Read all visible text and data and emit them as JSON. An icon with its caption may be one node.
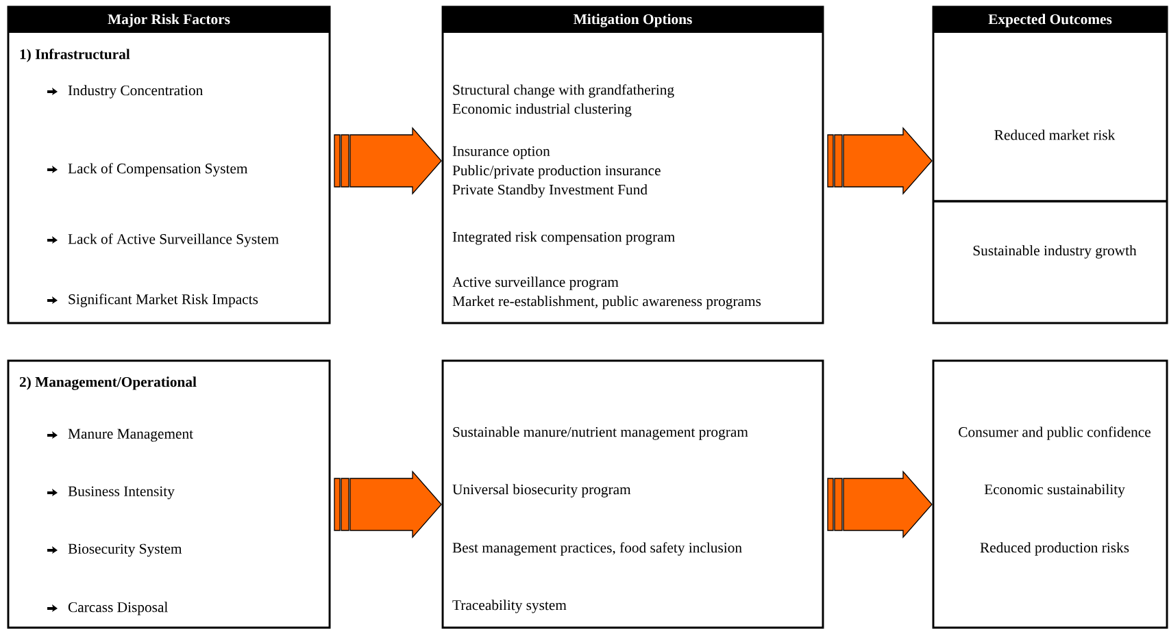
{
  "diagram": {
    "nodes": [
      {
        "text": [
          "Major Risk Factors",
          "1)  Infrastructural",
          "Industry Concentration",
          "Lack of Compensation System",
          "Lack of Active Surveillance System",
          "Significant Market Risk Impacts"
        ]
      },
      {
        "text": [
          "Mitigation Options",
          "Structural change with grandfathering",
          "Economic industrial clustering",
          "Insurance option",
          "Public/private production insurance",
          "Private Standby Investment Fund",
          "Integrated risk compensation program",
          "Active surveillance program",
          "Market re-establishment, public awareness programs"
        ]
      },
      {
        "text": [
          "Expected Outcomes",
          "Reduced market risk",
          "Sustainable industry growth"
        ]
      },
      {
        "text": [
          "2)  Management/Operational",
          "Manure Management",
          "Business Intensity",
          "Biosecurity System",
          "Carcass Disposal"
        ]
      },
      {
        "text": [
          "Sustainable manure/nutrient management program",
          "Universal biosecurity program",
          "Best management practices, food safety inclusion",
          "Traceability system"
        ]
      },
      {
        "text": [
          "Consumer and public confidence",
          "Economic sustainability",
          "Reduced production risks"
        ]
      }
    ],
    "edges": [
      {
        "from": 0,
        "to": 1,
        "arrow": "to"
      },
      {
        "from": 1,
        "to": 2,
        "arrow": "to"
      },
      {
        "from": 3,
        "to": 4,
        "arrow": "to"
      },
      {
        "from": 4,
        "to": 5,
        "arrow": "to"
      }
    ]
  }
}
